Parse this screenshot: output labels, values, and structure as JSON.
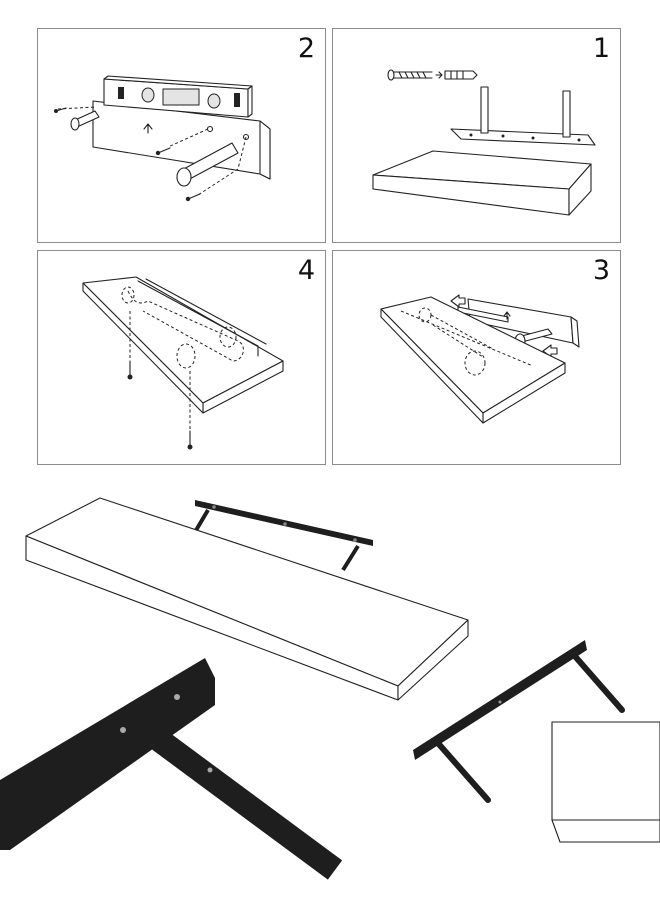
{
  "steps": [
    {
      "id": "p2",
      "number": "2"
    },
    {
      "id": "p1",
      "number": "1"
    },
    {
      "id": "p4",
      "number": "4"
    },
    {
      "id": "p3",
      "number": "3"
    }
  ],
  "colors": {
    "line": "#222222",
    "bracket": "#1e1e1e",
    "panel_border": "#8c8c8c",
    "background": "#ffffff"
  },
  "icons": [
    "spirit-level-icon",
    "screw-icon",
    "wall-plug-icon",
    "arrow-up-icon",
    "push-arrow-icon"
  ]
}
